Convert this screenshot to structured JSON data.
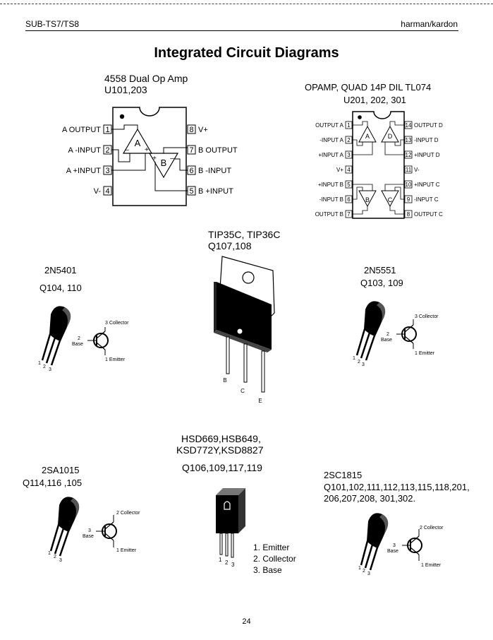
{
  "header": {
    "model": "SUB-TS7/TS8",
    "brand": "harman/kardon"
  },
  "page_title": "Integrated Circuit Diagrams",
  "dual_opamp": {
    "name": "4558 Dual Op Amp",
    "refs": "U101,203",
    "unit_a": "A",
    "unit_b": "B",
    "pins_left": [
      {
        "num": "1",
        "label": "A OUTPUT"
      },
      {
        "num": "2",
        "label": "A -INPUT"
      },
      {
        "num": "3",
        "label": "A +INPUT"
      },
      {
        "num": "4",
        "label": "V-"
      }
    ],
    "pins_right": [
      {
        "num": "8",
        "label": "V+"
      },
      {
        "num": "7",
        "label": "B OUTPUT"
      },
      {
        "num": "6",
        "label": "B -INPUT"
      },
      {
        "num": "5",
        "label": "B +INPUT"
      }
    ]
  },
  "quad_opamp": {
    "name": "OPAMP, QUAD 14P DIL TL074",
    "refs": "U201, 202, 301",
    "units": [
      "A",
      "D",
      "B",
      "C"
    ],
    "pins_left": [
      {
        "num": "1",
        "label": "OUTPUT A"
      },
      {
        "num": "2",
        "label": "-INPUT A"
      },
      {
        "num": "3",
        "label": "+INPUT A"
      },
      {
        "num": "4",
        "label": "V+"
      },
      {
        "num": "5",
        "label": "+INPUT B"
      },
      {
        "num": "6",
        "label": "-INPUT B"
      },
      {
        "num": "7",
        "label": "OUTPUT B"
      }
    ],
    "pins_right": [
      {
        "num": "14",
        "label": "OUTPUT D"
      },
      {
        "num": "13",
        "label": "-INPUT D"
      },
      {
        "num": "12",
        "label": "+INPUT D"
      },
      {
        "num": "11",
        "label": "V-"
      },
      {
        "num": "10",
        "label": "+INPUT C"
      },
      {
        "num": "9",
        "label": "-INPUT C"
      },
      {
        "num": "8",
        "label": "OUTPUT C"
      }
    ]
  },
  "tip35c": {
    "name": "TIP35C, TIP36C",
    "refs": "Q107,108",
    "leads": [
      "B",
      "C",
      "E"
    ]
  },
  "q2n5401": {
    "name": "2N5401",
    "refs": "Q104, 110",
    "collector": "3 Collector",
    "base_num": "2",
    "base": "Base",
    "emitter": "1 Emitter",
    "pin_nums": [
      "1",
      "2",
      "3"
    ]
  },
  "q2n5551": {
    "name": "2N5551",
    "refs": "Q103, 109",
    "collector": "3 Collector",
    "base_num": "2",
    "base": "Base",
    "emitter": "1 Emitter",
    "pin_nums": [
      "1",
      "2",
      "3"
    ]
  },
  "hsd669": {
    "line1": "HSD669,HSB649,",
    "line2": "KSD772Y,KSD8827",
    "refs": "Q106,109,117,119",
    "pin_nums": [
      "1",
      "2",
      "3"
    ],
    "legend": [
      "1. Emitter",
      "2. Collector",
      "3. Base"
    ]
  },
  "q2sa1015": {
    "name": "2SA1015",
    "refs": "Q114,116 ,105",
    "collector": "2 Collector",
    "base_num": "3",
    "base": "Base",
    "emitter": "1 Emitter",
    "pin_nums": [
      "1",
      "2",
      "3"
    ]
  },
  "q2sc1815": {
    "name": "2SC1815",
    "refs_line1": "Q101,102,111,112,113,115,118,201,",
    "refs_line2": "206,207,208, 301,302.",
    "collector": "2 Collector",
    "base_num": "3",
    "base": "Base",
    "emitter": "1 Emitter",
    "pin_nums": [
      "1",
      "2",
      "3"
    ]
  },
  "page_number": "24"
}
